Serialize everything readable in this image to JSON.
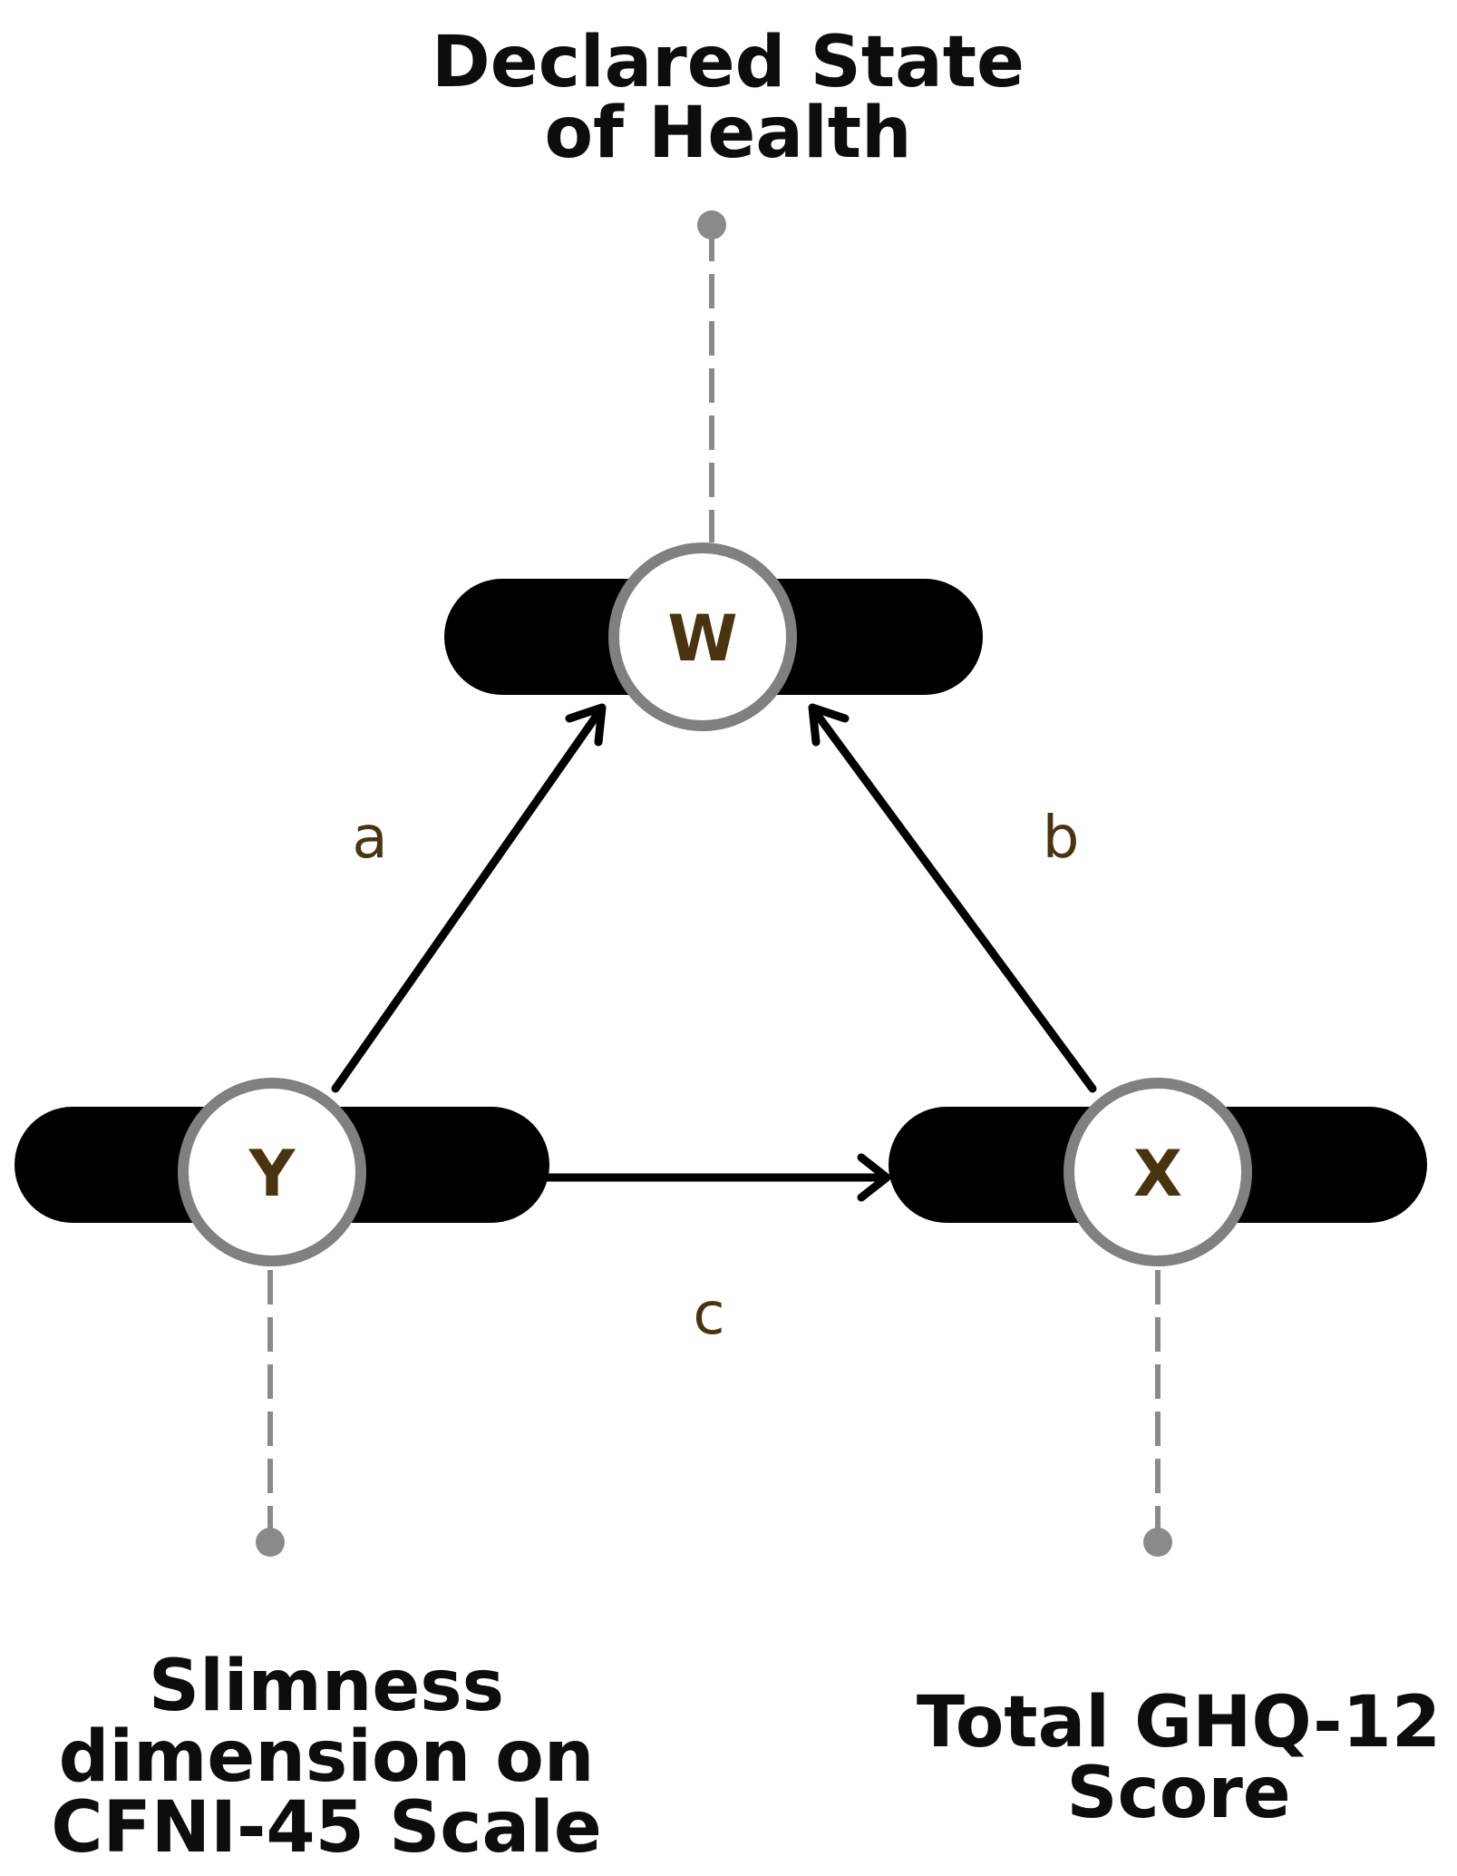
{
  "nodes": {
    "w": {
      "letter": "W",
      "title_lines": [
        "Declared State",
        "of Health"
      ]
    },
    "y": {
      "letter": "Y",
      "title_lines": [
        "Slimness",
        "dimension on",
        "CFNI-45 Scale"
      ]
    },
    "x": {
      "letter": "X",
      "title_lines": [
        "Total GHQ-12",
        "Score"
      ]
    }
  },
  "paths": {
    "a": "a",
    "b": "b",
    "c": "c"
  },
  "colors": {
    "bar": "#000000",
    "circle_fill": "#ffffff",
    "circle_stroke": "#808080",
    "connector": "#8a8a8a",
    "letter": "#4a3410",
    "path_label": "#4a3410",
    "arrow": "#000000",
    "title": "#0d0d0d"
  }
}
